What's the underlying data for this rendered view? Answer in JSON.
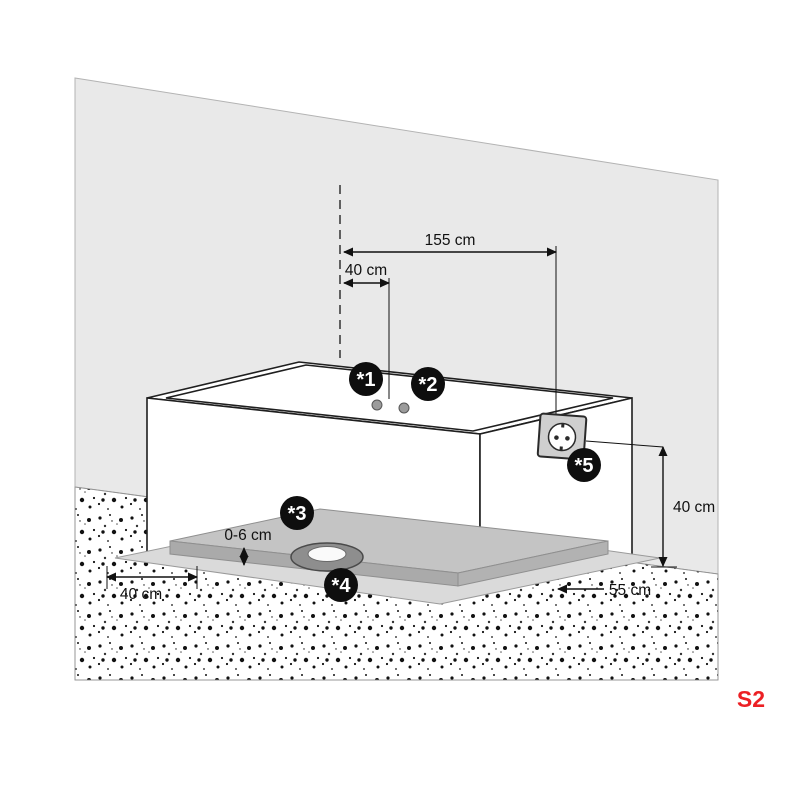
{
  "colors": {
    "wall": "#e9e9e9",
    "recess": "#dadada",
    "platform": "#c4c4c4",
    "platform_edge": "#aaaaaa",
    "marker_bg": "#0e0e0e",
    "page_code": "#ec2024"
  },
  "dims": {
    "width_top": "155 cm",
    "offset_top": "40 cm",
    "socket_height": "40 cm",
    "platform_range": "0-6 cm",
    "offset_left": "40 cm",
    "offset_right": "55 cm"
  },
  "markers": {
    "m1": "*1",
    "m2": "*2",
    "m3": "*3",
    "m4": "*4",
    "m5": "*5"
  },
  "page_code": "S2"
}
